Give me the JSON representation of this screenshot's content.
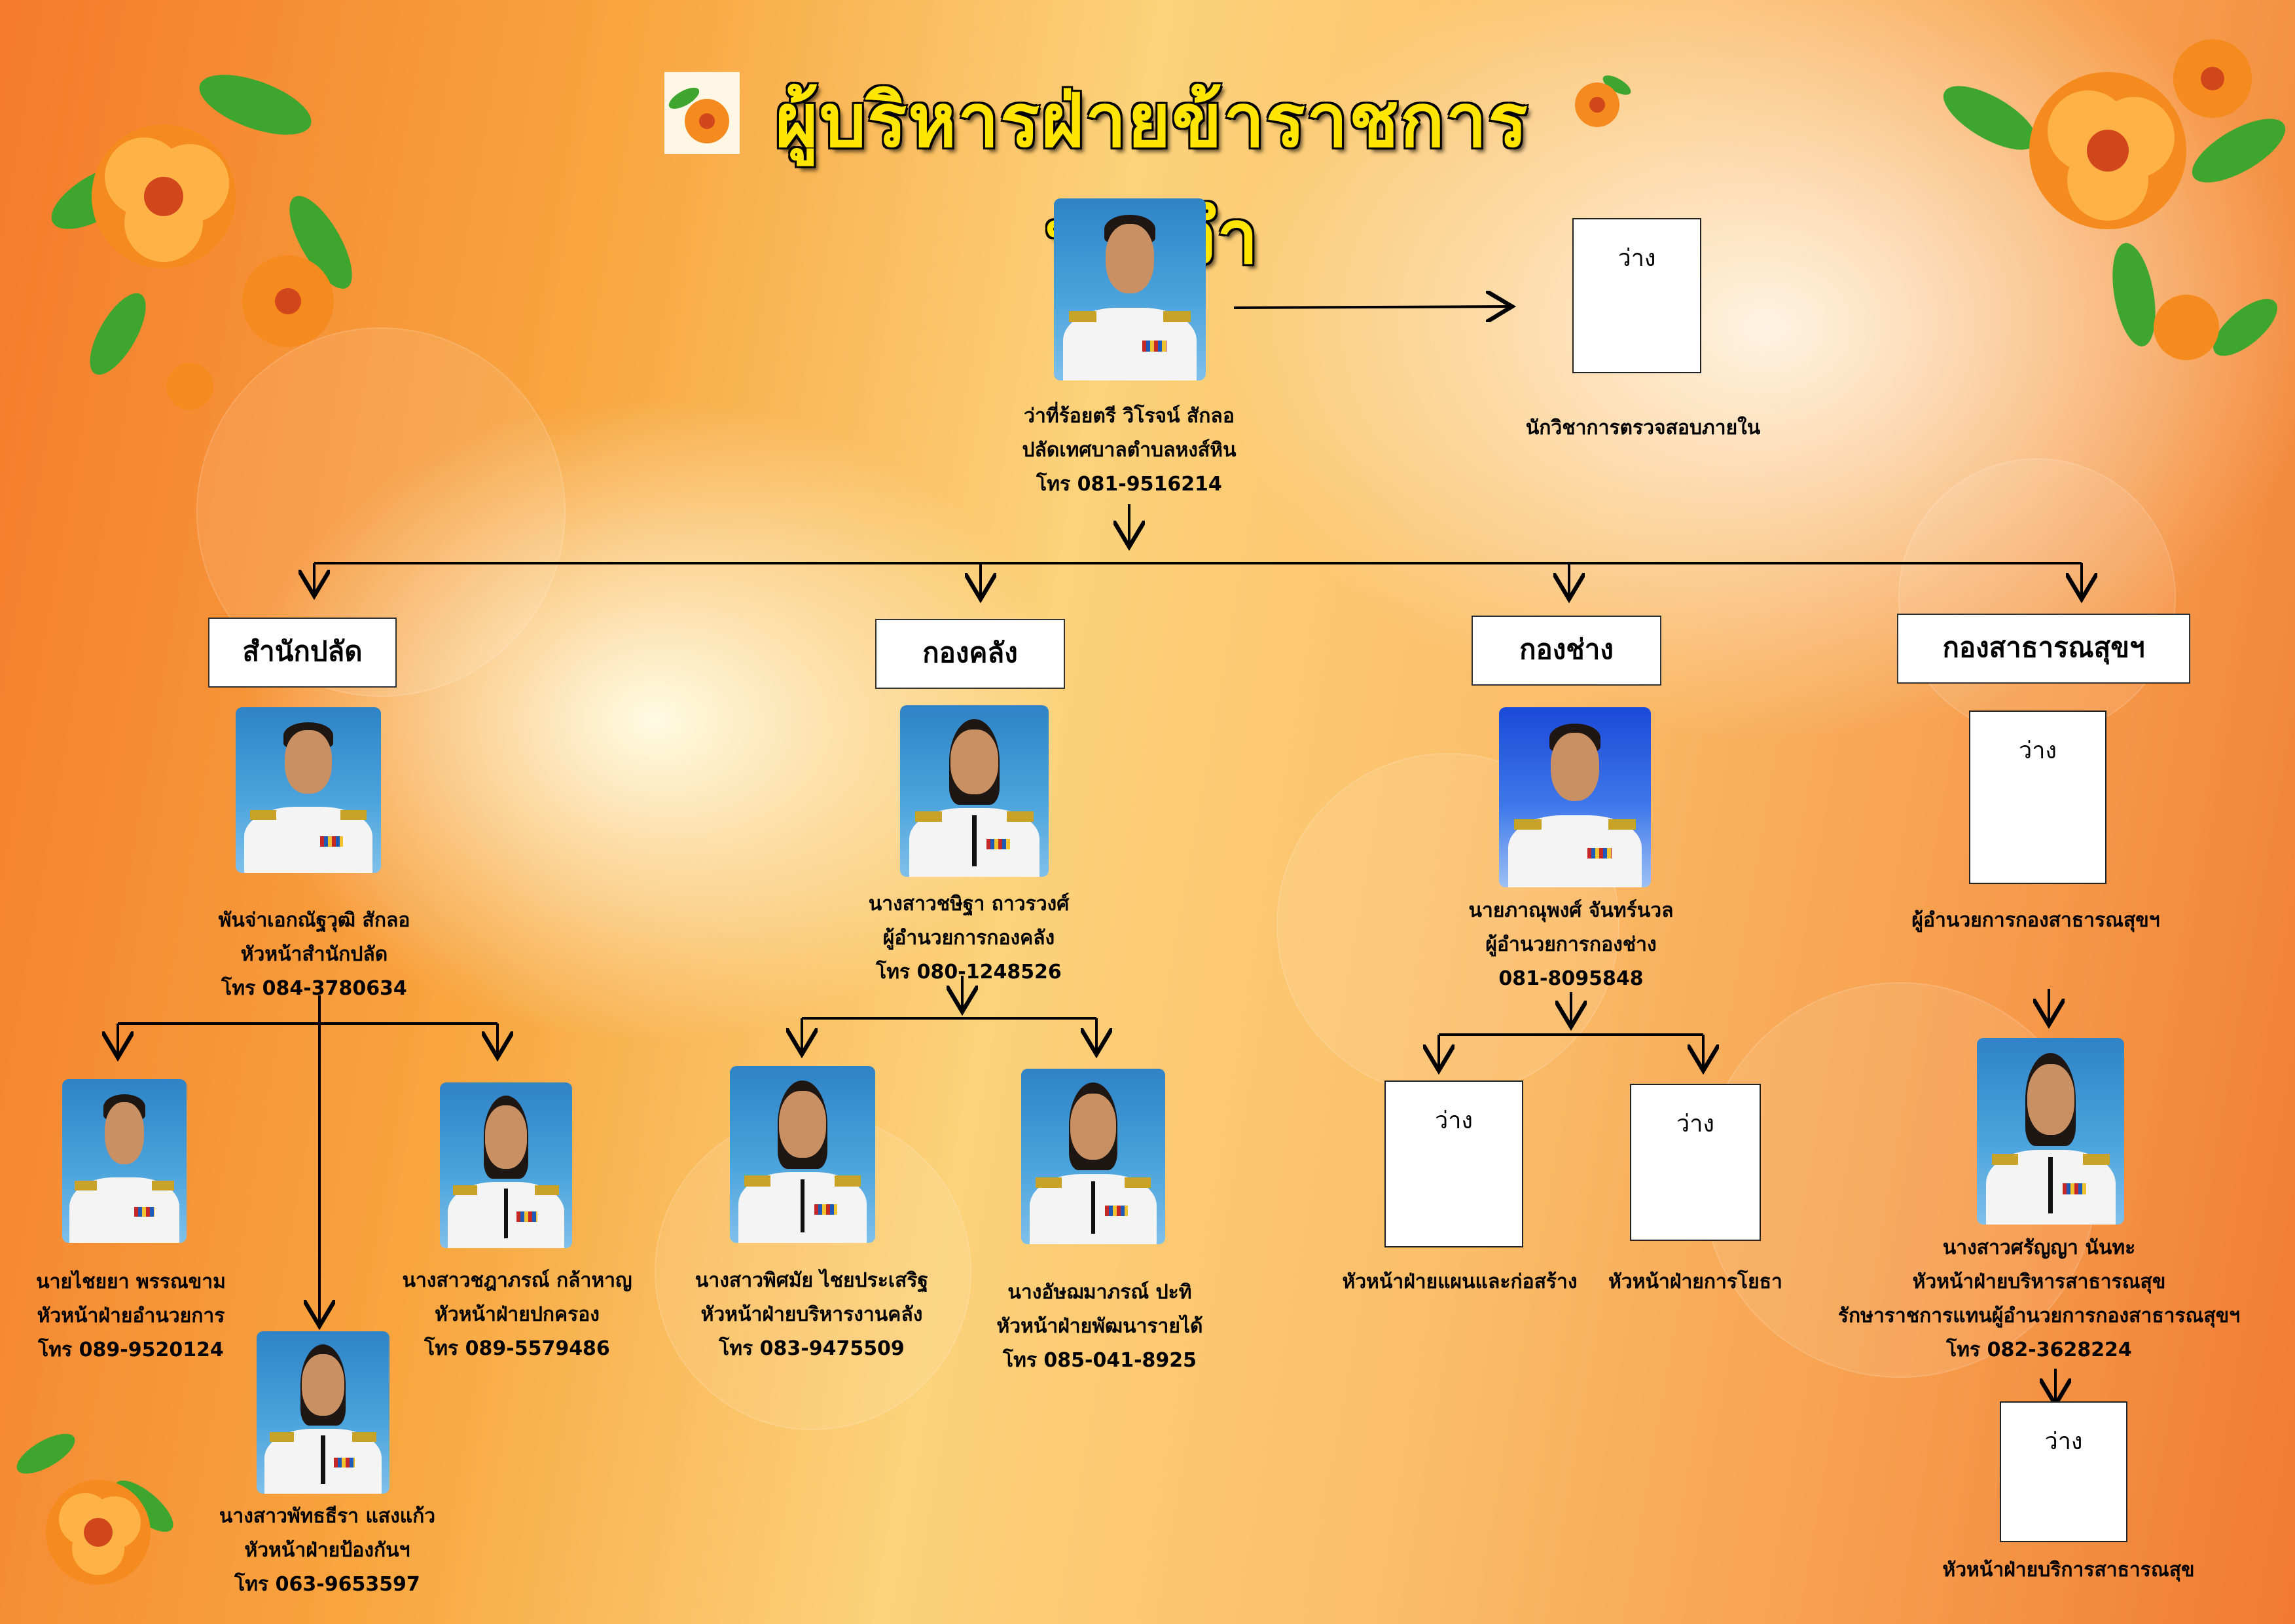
{
  "title": "ผู้บริหารฝ่ายข้าราชการประจำ",
  "vacant_label": "ว่าง",
  "top": {
    "name": "ว่าที่ร้อยตรี วิโรจน์  สักลอ",
    "position": "ปลัดเทศบาลตำบลหงส์หิน",
    "phone": "โทร 081-9516214"
  },
  "auditor": {
    "vacant": "ว่าง",
    "position": "นักวิชาการตรวจสอบภายใน"
  },
  "departments": [
    {
      "name": "สำนักปลัด"
    },
    {
      "name": "กองคลัง"
    },
    {
      "name": "กองช่าง"
    },
    {
      "name": "กองสาธารณสุขฯ"
    }
  ],
  "heads": {
    "palad": {
      "name": "พันจ่าเอกณัฐวุฒิ  สักลอ",
      "position": "หัวหน้าสำนักปลัด",
      "phone": "โทร 084-3780634"
    },
    "finance": {
      "name": "นางสาวชษิฐา  ถาวรวงศ์",
      "position": "ผู้อำนวยการกองคลัง",
      "phone": "โทร 080-1248526"
    },
    "engineering": {
      "name": "นายภาณุพงศ์  จันทร์นวล",
      "position": "ผู้อำนวยการกองช่าง",
      "phone": "081-8095848"
    },
    "health": {
      "vacant": "ว่าง",
      "position": "ผู้อำนวยการกองสาธารณสุขฯ"
    }
  },
  "staff": {
    "admin": {
      "name": "นายไชยยา  พรรณขาม",
      "position": "หัวหน้าฝ่ายอำนวยการ",
      "phone": "โทร 089-9520124"
    },
    "governance": {
      "name": "นางสาวชฎาภรณ์  กล้าหาญ",
      "position": "หัวหน้าฝ่ายปกครอง",
      "phone": "โทร 089-5579486"
    },
    "prevention": {
      "name": "นางสาวพัทธธีรา แสงแก้ว",
      "position": "หัวหน้าฝ่ายป้องกันฯ",
      "phone": "โทร 063-9653597"
    },
    "finance_admin": {
      "name": "นางสาวพิศมัย ไชยประเสริฐ",
      "position": "หัวหน้าฝ่ายบริหารงานคลัง",
      "phone": "โทร 083-9475509"
    },
    "revenue": {
      "name": "นางอัษฌมาภรณ์ ปะทิ",
      "position": "หัวหน้าฝ่ายพัฒนารายได้",
      "phone": "โทร  085-041-8925"
    },
    "planning": {
      "vacant": "ว่าง",
      "position": "หัวหน้าฝ่ายแผนและก่อสร้าง"
    },
    "works": {
      "vacant": "ว่าง",
      "position": "หัวหน้าฝ่ายการโยธา"
    },
    "health_admin": {
      "name": "นางสาวศรัญญา นันทะ",
      "position": "หัวหน้าฝ่ายบริหารสาธารณสุข",
      "acting": "รักษาราชการแทนผู้อำนวยการกองสาธารณสุขฯ",
      "phone": "โทร 082-3628224"
    },
    "health_service": {
      "vacant": "ว่าง",
      "position": "หัวหน้าฝ่ายบริการสาธารณสุข"
    }
  },
  "colors": {
    "title": "#ffe600",
    "background_left": "#f47a2c",
    "background_center": "#fcd27a"
  }
}
